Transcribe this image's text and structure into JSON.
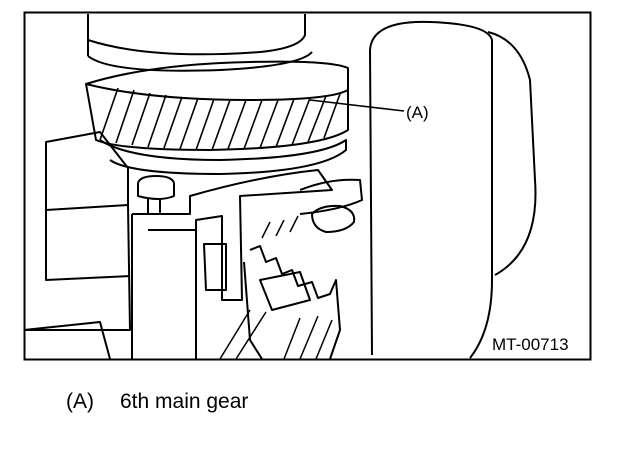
{
  "figure": {
    "callout_label": "(A)",
    "figure_code": "MT-00713"
  },
  "legend": [
    {
      "key": "(A)",
      "text": "6th main gear"
    }
  ]
}
